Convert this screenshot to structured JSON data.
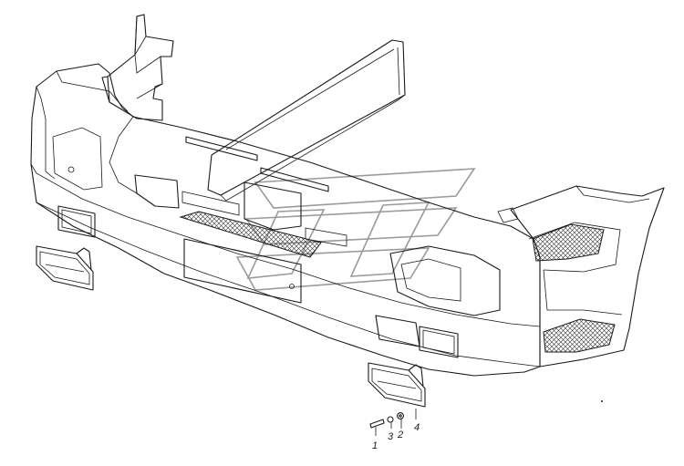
{
  "callouts": [
    {
      "id": "1",
      "text": "1"
    },
    {
      "id": "3",
      "text": "3"
    },
    {
      "id": "2",
      "text": "2"
    },
    {
      "id": "4",
      "text": "4"
    }
  ]
}
